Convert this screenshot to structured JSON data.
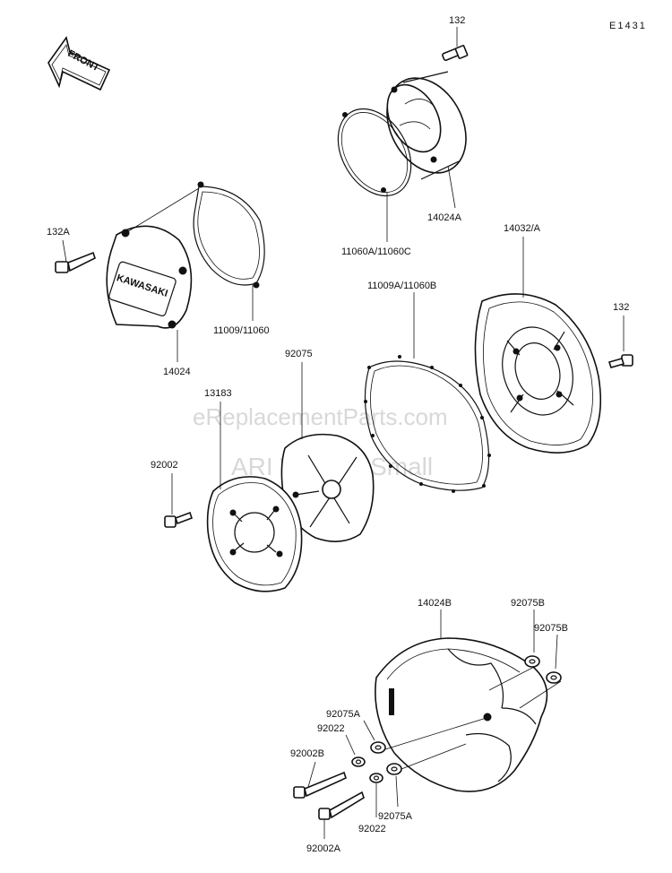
{
  "diagram_code": "E1431",
  "front_arrow_text": "FRONT",
  "watermarks": {
    "site": "eReplacementParts.com",
    "ari": "ARI WebsiteSmall"
  },
  "logo_text": "KAWASAKI",
  "part_labels": {
    "p132_top": "132",
    "p132a": "132A",
    "p14024a": "14024A",
    "p11060a": "11060A/11060C",
    "p14032": "14032/A",
    "p11009": "11009/11060",
    "p11009a": "11009A/11060B",
    "p132_right": "132",
    "p14024": "14024",
    "p92075": "92075",
    "p13183": "13183",
    "p92002": "92002",
    "p14024b": "14024B",
    "p92075b_1": "92075B",
    "p92075b_2": "92075B",
    "p92075a_1": "92075A",
    "p92022_1": "92022",
    "p92002b": "92002B",
    "p92075a_2": "92075A",
    "p92022_2": "92022",
    "p92002a": "92002A"
  }
}
